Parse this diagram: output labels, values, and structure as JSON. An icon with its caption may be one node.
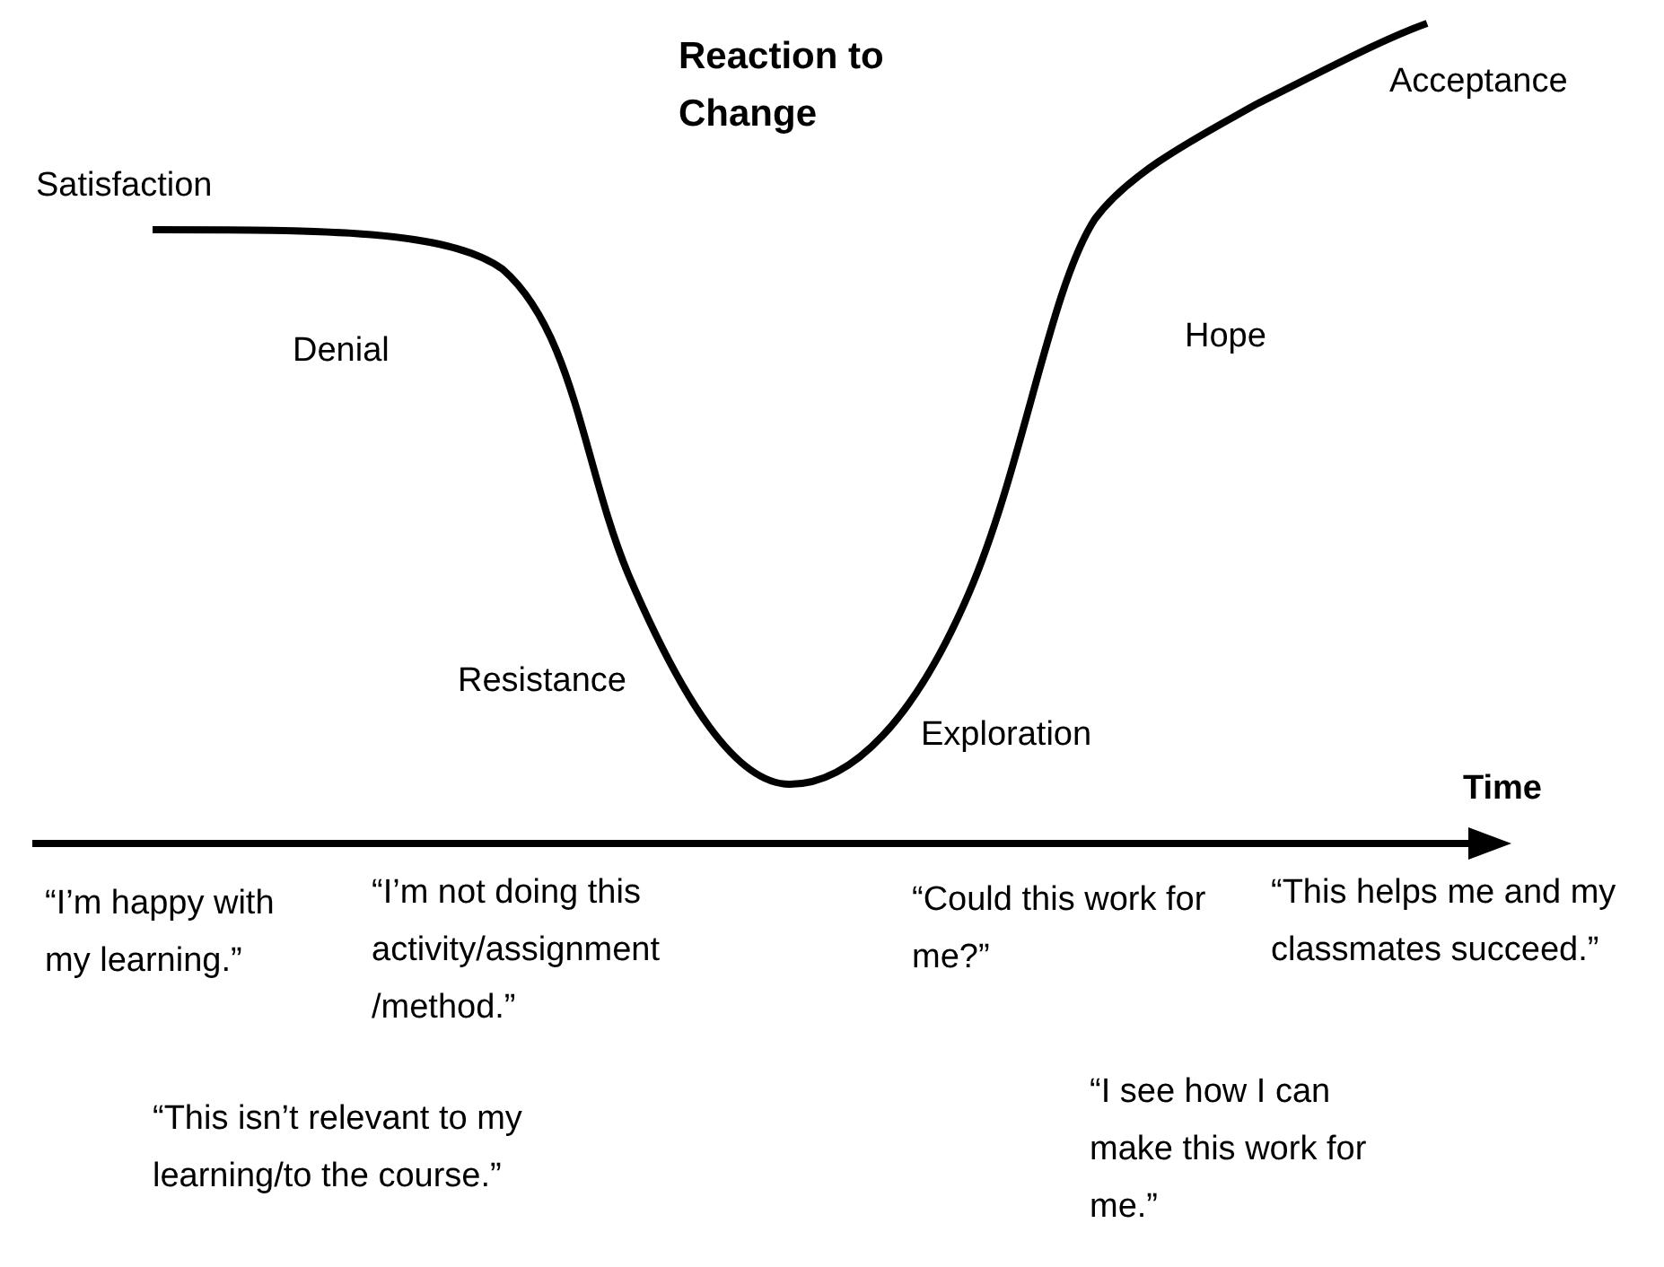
{
  "diagram": {
    "title": "Reaction to Change",
    "labels": [
      "Acceptance",
      "Satisfaction",
      "Denial",
      "Hope",
      "Resistance",
      "Exploration",
      "Time",
      "“I’m happy with my learning.”",
      "“I’m not doing this activity/assignment /method.”",
      "“Could this work for me?”",
      "“This helps me and my classmates succeed.”",
      "“I see how I can make this work for me.”",
      "“This isn’t relevant to my learning/to the course.”"
    ]
  }
}
